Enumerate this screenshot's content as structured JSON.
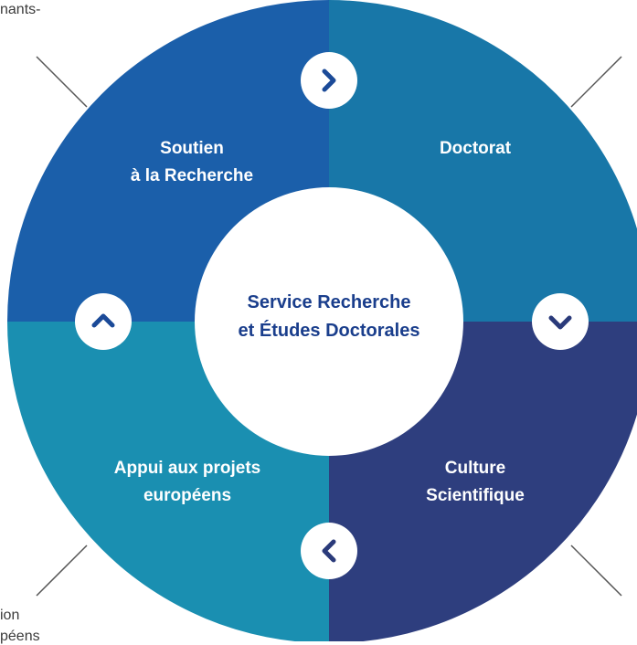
{
  "fragments": {
    "top_left": "nants-",
    "bottom_left_1": "ion",
    "bottom_left_2": "péens"
  },
  "center": {
    "line1": "Service Recherche",
    "line2": "et Études Doctorales"
  },
  "quadrants": {
    "top_left": {
      "line1": "Soutien",
      "line2": "à la Recherche",
      "color": "#1b5faa"
    },
    "top_right": {
      "line1": "Doctorat",
      "color": "#1877a8"
    },
    "bottom_left": {
      "line1": "Appui aux projets",
      "line2": "européens",
      "color": "#1a8fb1"
    },
    "bottom_right": {
      "line1": "Culture",
      "line2": "Scientifique",
      "color": "#2e3e7e"
    }
  },
  "arrows": {
    "top": "chevron-right-icon",
    "right": "chevron-down-icon",
    "bottom": "chevron-left-icon",
    "left": "chevron-up-icon"
  },
  "colors": {
    "center_text": "#1a3e8c",
    "connector_lines": "#555555"
  }
}
